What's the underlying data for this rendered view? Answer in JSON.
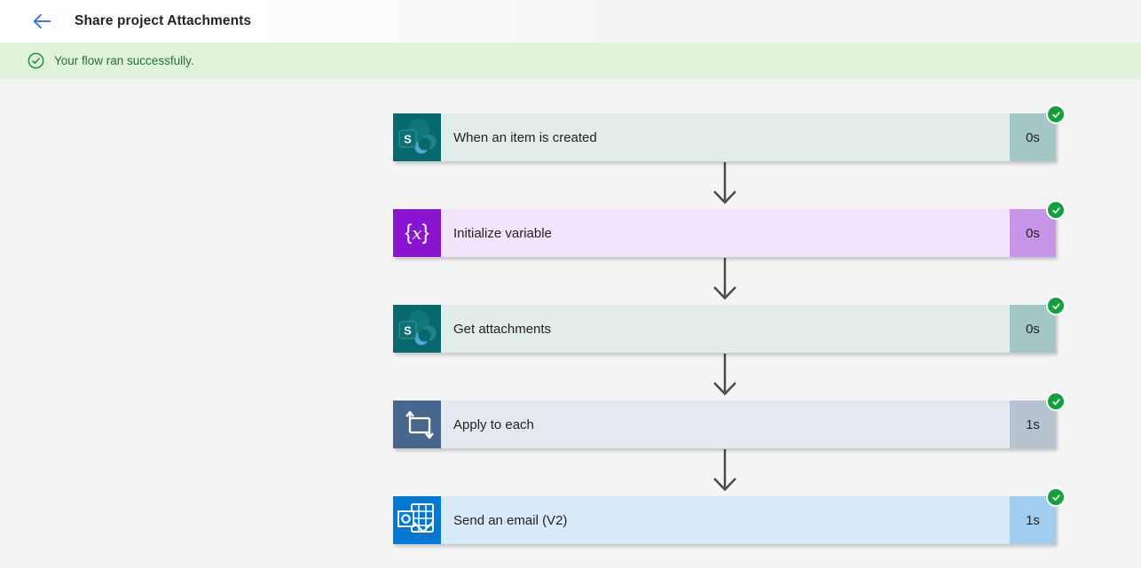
{
  "header": {
    "title": "Share project Attachments",
    "back_icon": "arrow-left-icon",
    "back_arrow_color": "#3e7ad3"
  },
  "banner": {
    "message": "Your flow ran successfully.",
    "icon": "circle-check-icon",
    "bg_color": "#def3da",
    "accent_color": "#188a2f"
  },
  "status_badge": {
    "icon": "check-icon",
    "color": "#14a03c"
  },
  "connector": {
    "icon": "arrow-down-icon",
    "color": "#494745"
  },
  "steps": [
    {
      "label": "When an item is created",
      "duration": "0s",
      "status": "Succeeded",
      "icon": "sharepoint-icon",
      "colors": {
        "icon_bg": "#05696d",
        "body_bg": "#dfecea",
        "duration_bg": "#a3c7c5"
      }
    },
    {
      "label": "Initialize variable",
      "duration": "0s",
      "status": "Succeeded",
      "icon": "variable-icon",
      "colors": {
        "icon_bg": "#8a14cf",
        "body_bg": "#f2e4fa",
        "duration_bg": "#c795e8"
      }
    },
    {
      "label": "Get attachments",
      "duration": "0s",
      "status": "Succeeded",
      "icon": "sharepoint-icon",
      "colors": {
        "icon_bg": "#05696d",
        "body_bg": "#dfecea",
        "duration_bg": "#a3c7c5"
      }
    },
    {
      "label": "Apply to each",
      "duration": "1s",
      "status": "Succeeded",
      "icon": "apply-to-each-icon",
      "colors": {
        "icon_bg": "#47678f",
        "body_bg": "#e4e9ef",
        "duration_bg": "#b8c3d2"
      }
    },
    {
      "label": "Send an email (V2)",
      "duration": "1s",
      "status": "Succeeded",
      "icon": "outlook-icon",
      "colors": {
        "icon_bg": "#0078d4",
        "body_bg": "#d8eafa",
        "duration_bg": "#a1cdf1"
      }
    }
  ]
}
